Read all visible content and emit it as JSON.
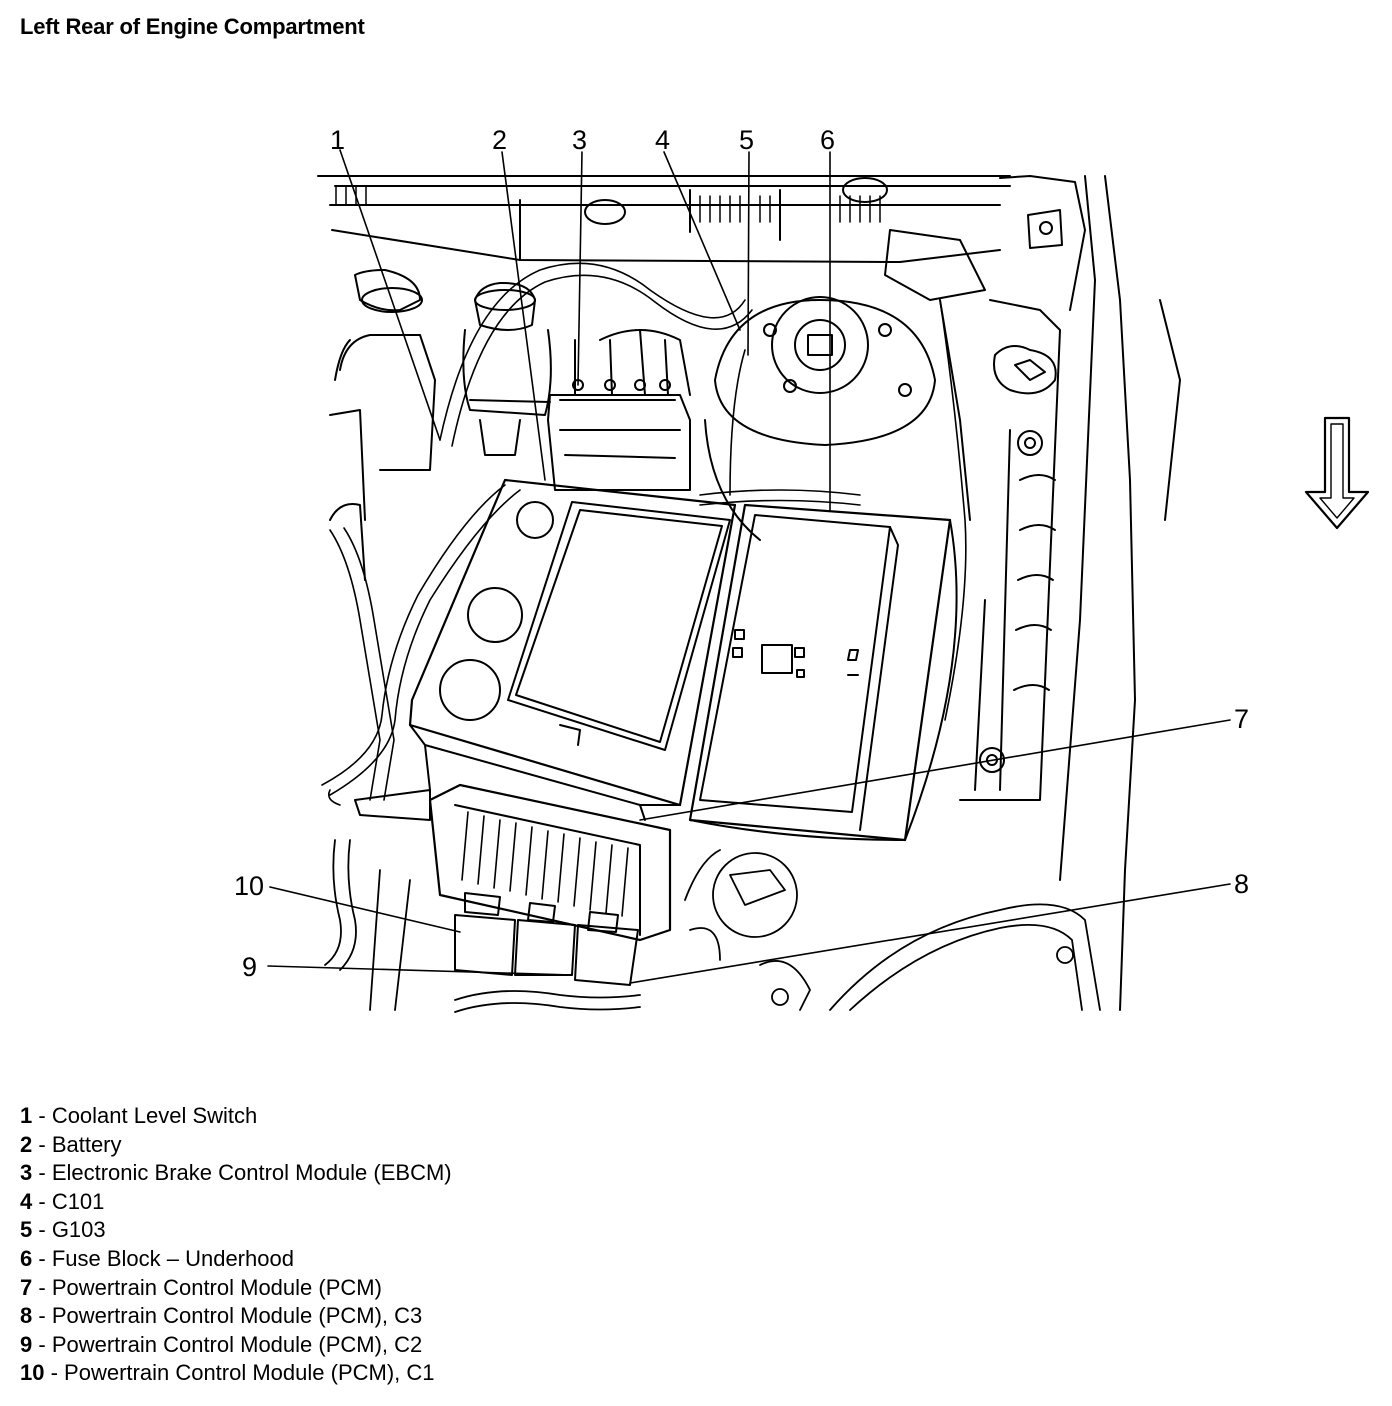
{
  "title": "Left Rear of Engine Compartment",
  "callouts": [
    "1",
    "2",
    "3",
    "4",
    "5",
    "6",
    "7",
    "8",
    "9",
    "10"
  ],
  "legend": [
    {
      "num": "1",
      "sep": " - ",
      "label": "Coolant Level Switch"
    },
    {
      "num": "2",
      "sep": " - ",
      "label": "Battery"
    },
    {
      "num": "3",
      "sep": " - ",
      "label": "Electronic Brake Control Module (EBCM)"
    },
    {
      "num": "4",
      "sep": " - ",
      "label": "C101"
    },
    {
      "num": "5",
      "sep": " - ",
      "label": "G103"
    },
    {
      "num": "6",
      "sep": " - ",
      "label": "Fuse Block – Underhood"
    },
    {
      "num": "7",
      "sep": " - ",
      "label": "Powertrain Control Module (PCM)"
    },
    {
      "num": "8",
      "sep": " - ",
      "label": "Powertrain Control Module (PCM), C3"
    },
    {
      "num": "9",
      "sep": " - ",
      "label": "Powertrain Control Module (PCM), C2"
    },
    {
      "num": "10",
      "sep": " - ",
      "label": "Powertrain Control Module (PCM), C1"
    }
  ],
  "icons": [
    "front-direction-arrow-icon"
  ]
}
